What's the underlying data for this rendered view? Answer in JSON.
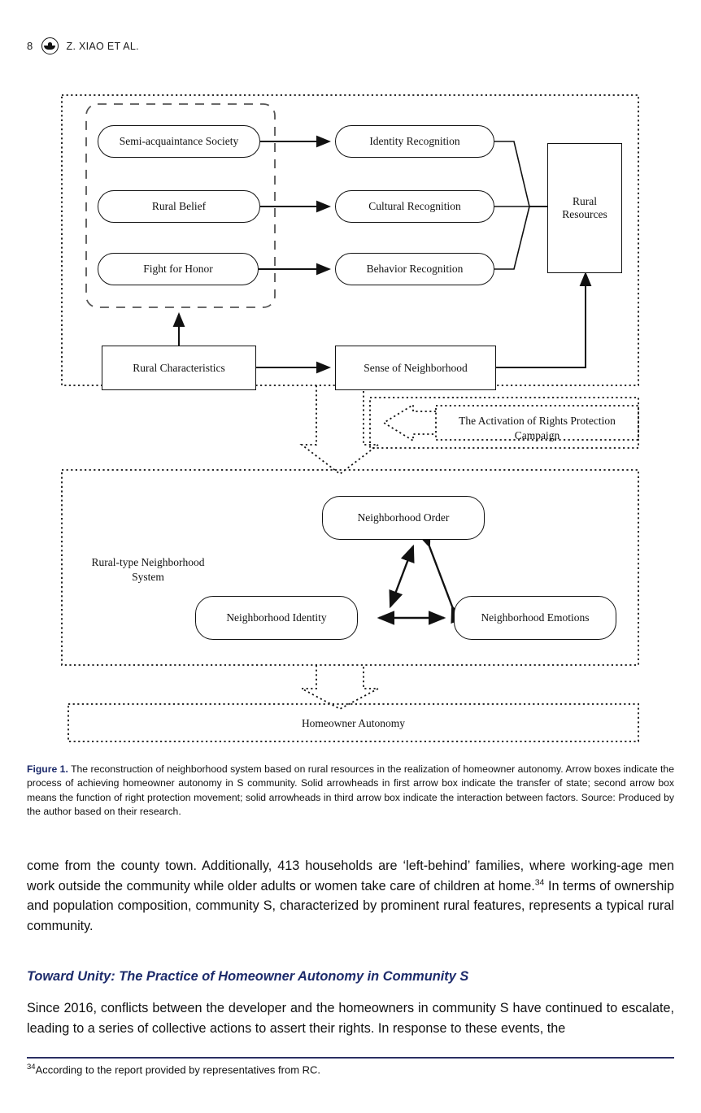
{
  "header": {
    "page_number": "8",
    "journal_mark_icon": "journal-logo-icon",
    "authors": "Z. XIAO ET AL."
  },
  "figure": {
    "upper_section": {
      "dashed_group_nodes": [
        "Semi-acquaintance Society",
        "Rural Belief",
        "Fight for Honor"
      ],
      "recognition_nodes": [
        "Identity Recognition",
        "Cultural Recognition",
        "Behavior Recognition"
      ],
      "resource_node": "Rural\nResources",
      "resource_node_line1": "Rural",
      "resource_node_line2": "Resources",
      "base_nodes": [
        "Rural Characteristics",
        "Sense of Neighborhood"
      ]
    },
    "activation_box": {
      "line1": "The Activation of Rights Protection",
      "line2": "Campaign"
    },
    "middle_section": {
      "system_label_line1": "Rural-type Neighborhood",
      "system_label_line2": "System",
      "order_node": "Neighborhood Order",
      "identity_node": "Neighborhood Identity",
      "emotions_node": "Neighborhood Emotions"
    },
    "outcome_box": "Homeowner Autonomy"
  },
  "caption": {
    "label": "Figure 1.",
    "text": " The reconstruction of neighborhood system based on rural resources in the realization of homeowner autonomy. Arrow boxes indicate the process of achieving homeowner autonomy in S community. Solid arrowheads in first arrow box indicate the transfer of state; second arrow box means the function of right protection movement; solid arrowheads in third arrow box indicate the interaction between factors. Source: Produced by the author based on their research."
  },
  "body": {
    "paragraph_1_before_ref": "come from the county town. Additionally, 413 households are ‘left-behind’ families, where working-age men work outside the community while older adults or women take care of children at home.",
    "paragraph_1_ref": "34",
    "paragraph_1_after_ref": " In terms of ownership and population composition, community S, characterized by prominent rural features, represents a typical rural community.",
    "section_heading": "Toward Unity: The Practice of Homeowner Autonomy in Community S",
    "paragraph_2": "Since 2016, conflicts between the developer and the homeowners in community S have continued to escalate, leading to a series of collective actions to assert their rights. In response to these events, the"
  },
  "footnote": {
    "number": "34",
    "text": "According to the report provided by representatives from RC."
  },
  "colors": {
    "accent": "#1d2b6b",
    "rule": "#2a2f63",
    "ink": "#111111"
  }
}
